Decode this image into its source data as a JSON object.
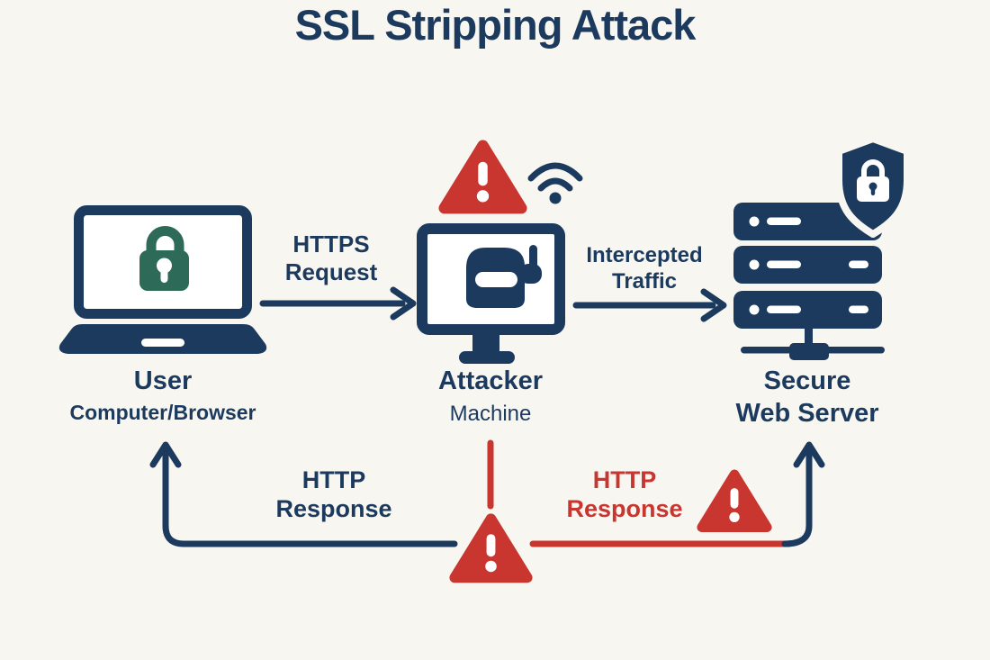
{
  "title": "SSL Stripping Attack",
  "colors": {
    "background": "#f8f6f1",
    "navy": "#1c3a5e",
    "red": "#c9362f",
    "green": "#2d6b58",
    "white": "#ffffff"
  },
  "nodes": {
    "user": {
      "label": "User",
      "sublabel": "Computer/Browser",
      "icon": "laptop-lock-icon"
    },
    "attacker": {
      "label": "Attacker",
      "sublabel": "Machine",
      "icon": "monitor-spy-icon",
      "badges": [
        "warning-triangle-icon",
        "wifi-icon"
      ]
    },
    "server": {
      "label": "Secure",
      "sublabel": "Web Server",
      "icon": "server-stack-icon",
      "badge": "shield-lock-icon"
    }
  },
  "flows": {
    "https_request": {
      "line1": "HTTPS",
      "line2": "Request",
      "from": "user",
      "to": "attacker",
      "color": "#1c3a5e"
    },
    "intercepted_traffic": {
      "line1": "Intercepted",
      "line2": "Traffic",
      "from": "attacker",
      "to": "server",
      "color": "#1c3a5e"
    },
    "http_response_user": {
      "line1": "HTTP",
      "line2": "Response",
      "from": "attacker",
      "to": "user",
      "color": "#1c3a5e"
    },
    "http_response_server": {
      "line1": "HTTP",
      "line2": "Response",
      "from": "attacker",
      "to": "server",
      "color": "#c9362f"
    }
  },
  "alerts": [
    "warning-triangle-above-attacker",
    "warning-triangle-bottom-center",
    "warning-triangle-near-http-response"
  ]
}
